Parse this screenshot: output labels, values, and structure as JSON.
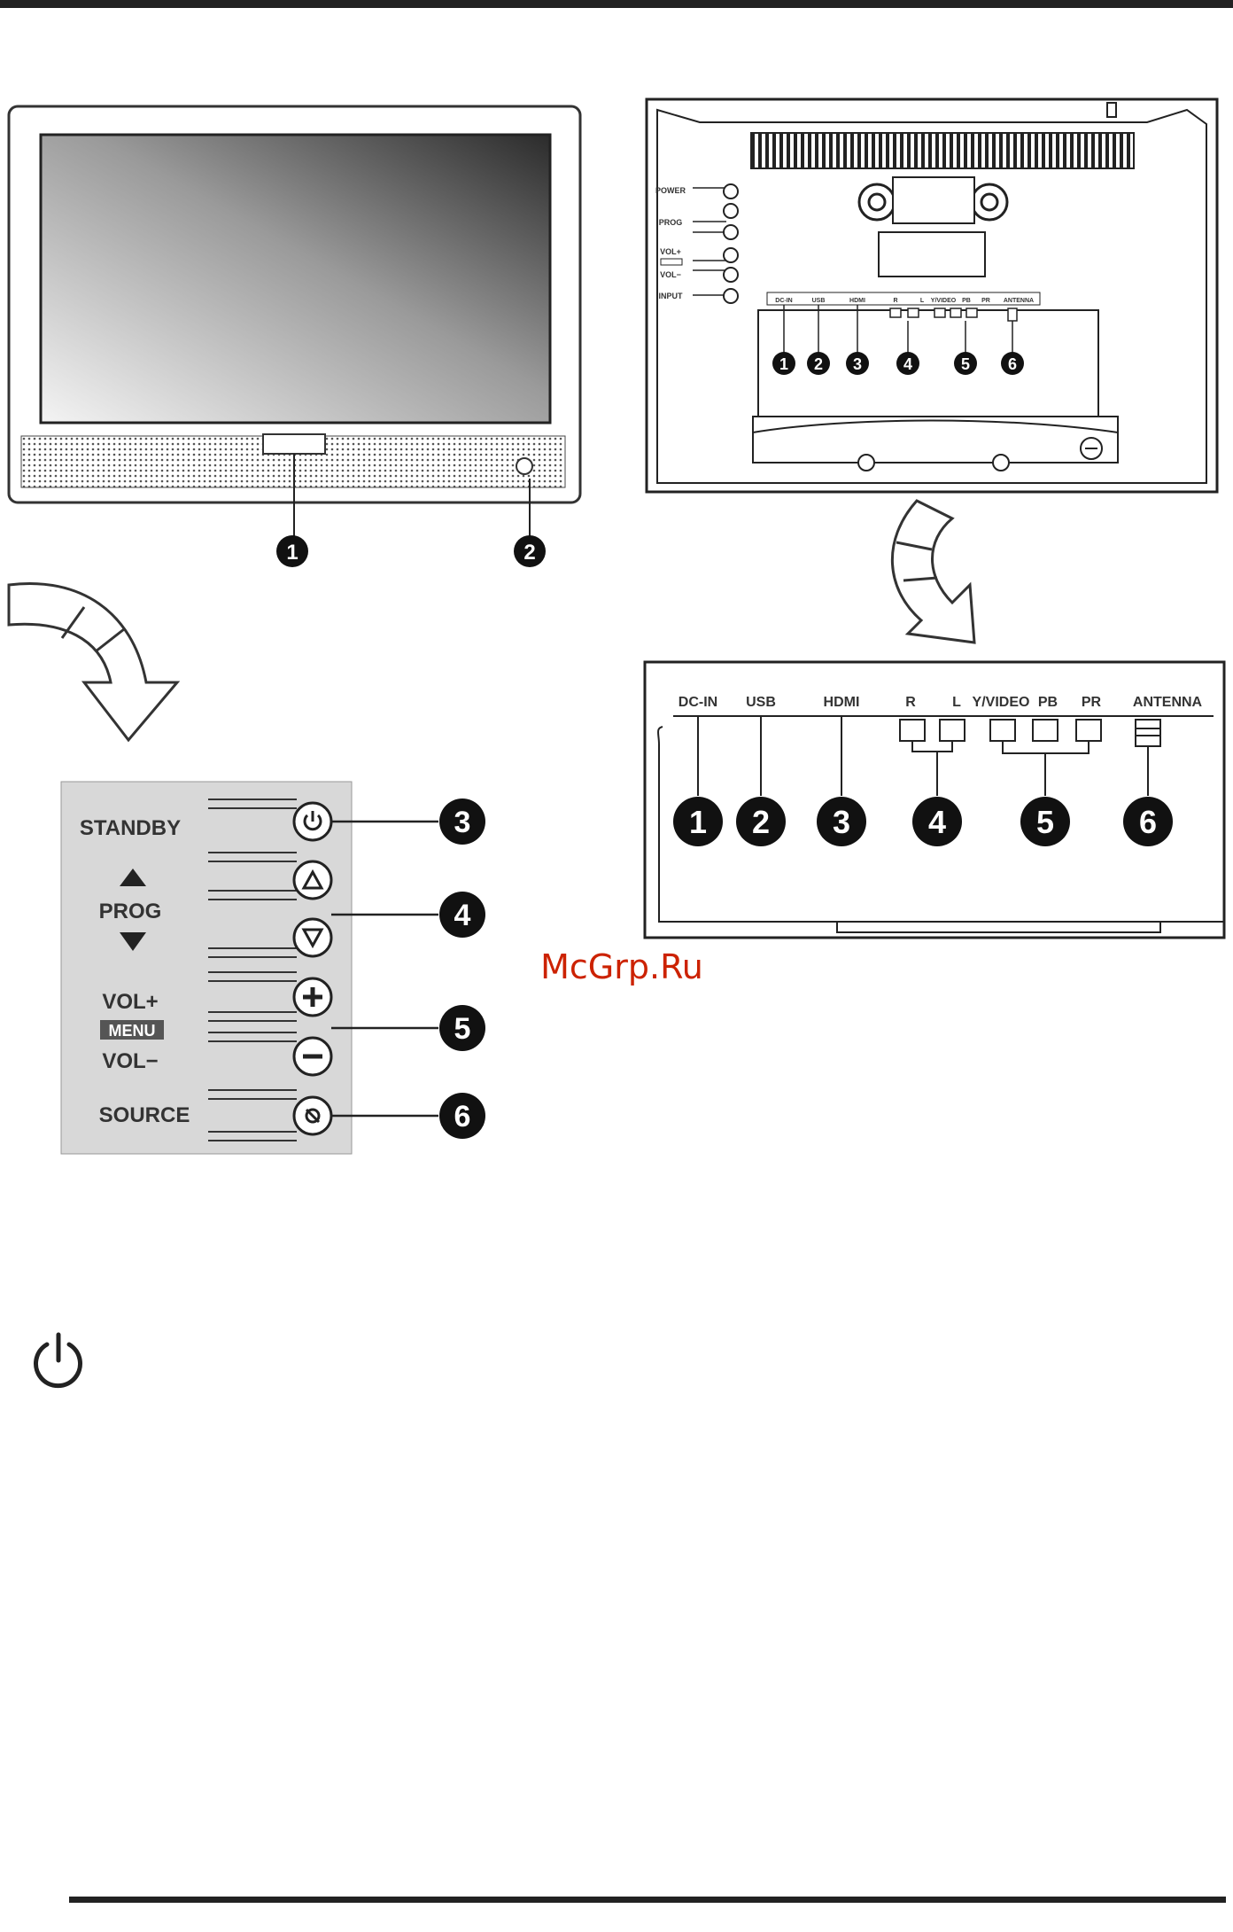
{
  "side_panel": {
    "standby": "STANDBY",
    "prog": "PROG",
    "vol_plus": "VOL+",
    "menu": "MENU",
    "vol_minus": "VOL−",
    "source": "SOURCE"
  },
  "rear_small_panel": {
    "power": "POWER",
    "prog": "PROG",
    "vol_plus": "VOL+",
    "vol_minus": "VOL−",
    "input": "INPUT"
  },
  "connectors": {
    "dc_in": "DC-IN",
    "usb": "USB",
    "hdmi": "HDMI",
    "r": "R",
    "l": "L",
    "y_video": "Y/VIDEO",
    "pb": "PB",
    "pr": "PR",
    "antenna": "ANTENNA"
  },
  "callouts": [
    "1",
    "2",
    "3",
    "4",
    "5",
    "6"
  ],
  "watermark": "McGrp.Ru",
  "icons": {
    "power_symbol": "power-icon"
  }
}
